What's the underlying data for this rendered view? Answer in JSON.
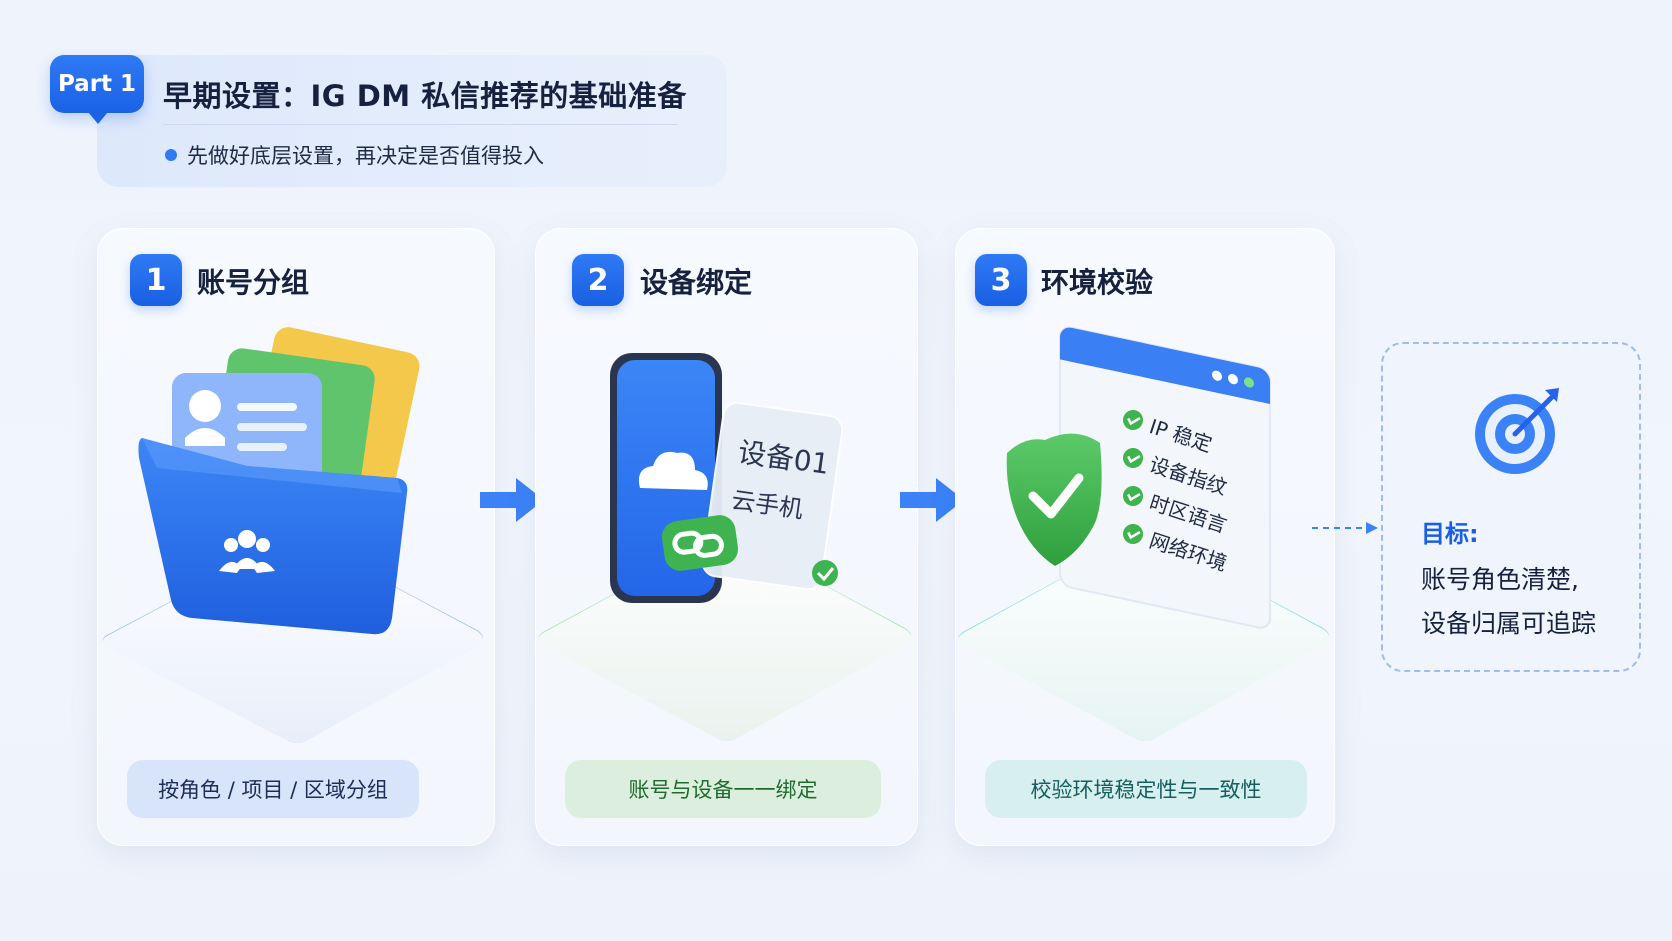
{
  "header": {
    "badge": "Part 1",
    "title": "早期设置：IG DM 私信推荐的基础准备",
    "subtitle": "先做好底层设置，再决定是否值得投入"
  },
  "steps": [
    {
      "number": "1",
      "title": "账号分组",
      "caption": "按角色 / 项目 / 区域分组",
      "accent": "#5b8ef5"
    },
    {
      "number": "2",
      "title": "设备绑定",
      "caption": "账号与设备一一绑定",
      "accent": "#7fd38b",
      "device_card": {
        "line1": "设备01",
        "line2": "云手机"
      }
    },
    {
      "number": "3",
      "title": "环境校验",
      "caption": "校验环境稳定性与一致性",
      "accent": "#5fd6c8",
      "checklist": [
        "IP 稳定",
        "设备指纹",
        "时区语言",
        "网络环境"
      ]
    }
  ],
  "goal": {
    "label": "目标:",
    "line1": "账号角色清楚,",
    "line2": "设备归属可追踪"
  },
  "colors": {
    "primary": "#1a62e6",
    "green": "#3fb34f",
    "teal": "#2fbfb0"
  }
}
